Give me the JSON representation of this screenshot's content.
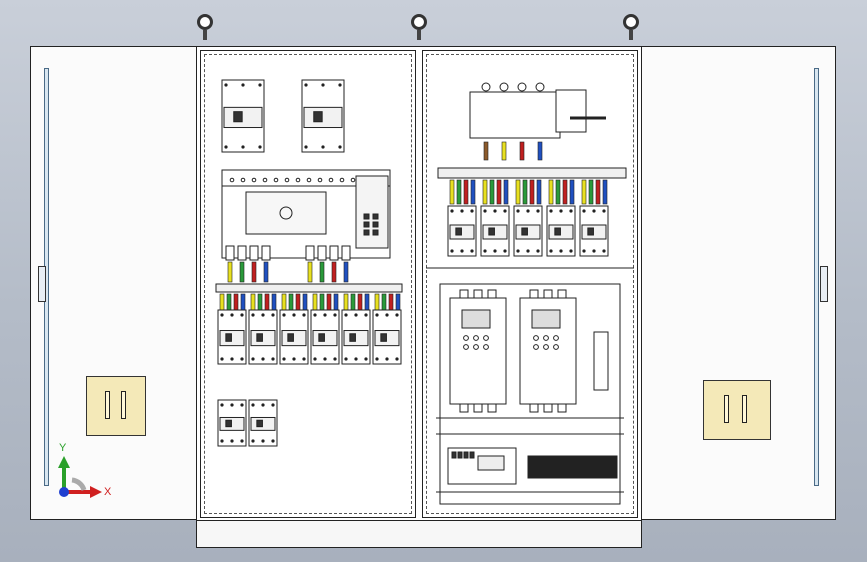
{
  "axis": {
    "y_label": "Y",
    "x_label": "X"
  },
  "colors": {
    "background_top": "#c9cfd9",
    "background_bottom": "#a8b0bd",
    "line": "#222222",
    "handle_fill": "#f4e9b8",
    "hinge_blue": "#d8e6f0",
    "axis_y": "#2aa02a",
    "axis_x": "#d02020",
    "axis_z": "#2040d0",
    "cable_yellow": "#e8e020",
    "cable_green": "#2a9a3a",
    "cable_red": "#c02020",
    "cable_blue": "#2050c0",
    "cable_brown": "#8b5a2b"
  },
  "components": {
    "left_panel": {
      "top_breakers": 2,
      "ats_controller": 1,
      "terminal_breakers_row1": 6,
      "terminal_breakers_row2": 2
    },
    "right_panel": {
      "main_switch": 1,
      "outgoing_breakers": 5,
      "vfd_drives": 2,
      "plc_units": 1,
      "terminal_strip_blocks": 10
    }
  },
  "icons": [
    "lifting-eye-icon",
    "door-handle-icon",
    "door-hinge-icon",
    "triad-axis-icon"
  ]
}
